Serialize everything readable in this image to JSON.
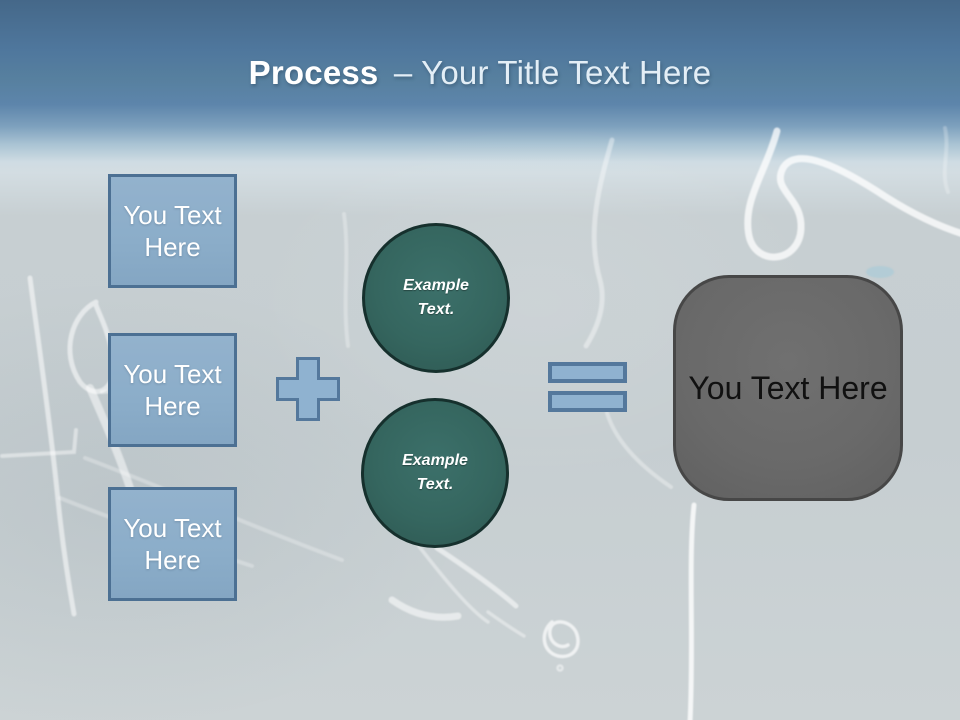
{
  "slide": {
    "title": {
      "bold": "Process",
      "rest": "– Your Title Text Here"
    },
    "inputs": [
      {
        "label": "You Text Here"
      },
      {
        "label": "You Text Here"
      },
      {
        "label": "You Text Here"
      }
    ],
    "circles": [
      {
        "label": "Example Text."
      },
      {
        "label": "Example Text."
      }
    ],
    "result": {
      "label": "You Text Here"
    },
    "colors": {
      "header_top": "#456889",
      "header_mid": "#5d85ab",
      "board": "#c7cfd2",
      "box_fill": "#8badc9",
      "box_border": "#4c7093",
      "circle_fill": "#35665f",
      "circle_border": "#16302d",
      "operator_fill": "#8fb2d0",
      "operator_border": "#54789c",
      "result_fill": "#696969",
      "result_border": "#474747",
      "title_text": "#ffffff"
    }
  }
}
